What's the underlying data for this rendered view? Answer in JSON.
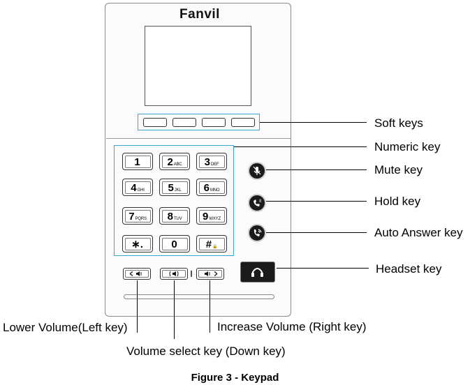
{
  "phone": {
    "brand": "Fanvil",
    "numeric_keys": [
      {
        "digit": "1",
        "letters": ""
      },
      {
        "digit": "2",
        "letters": "ABC"
      },
      {
        "digit": "3",
        "letters": "DEF"
      },
      {
        "digit": "4",
        "letters": "GHI"
      },
      {
        "digit": "5",
        "letters": "JKL"
      },
      {
        "digit": "6",
        "letters": "MNO"
      },
      {
        "digit": "7",
        "letters": "PQRS"
      },
      {
        "digit": "8",
        "letters": "TUV"
      },
      {
        "digit": "9",
        "letters": "WXYZ"
      },
      {
        "digit": "∗.",
        "letters": ""
      },
      {
        "digit": "0",
        "letters": ""
      },
      {
        "digit": "#",
        "letters": "🔒"
      }
    ],
    "icons": {
      "mute": "microphone-off-icon",
      "hold": "hold-icon",
      "auto_answer": "auto-answer-icon",
      "headset": "headset-icon"
    }
  },
  "labels": {
    "soft_keys": "Soft keys",
    "numeric_key": "Numeric key",
    "mute_key": "Mute key",
    "hold_key": "Hold key",
    "auto_answer_key": "Auto Answer key",
    "headset_key": "Headset key",
    "lower_volume": "Lower Volume(Left key)",
    "increase_volume": "Increase Volume (Right key)",
    "volume_select": "Volume select key (Down key)"
  },
  "caption": "Figure 3 - Keypad",
  "colors": {
    "highlight_box": "#3aa6d6",
    "key_dark": "#1b1b1b"
  }
}
